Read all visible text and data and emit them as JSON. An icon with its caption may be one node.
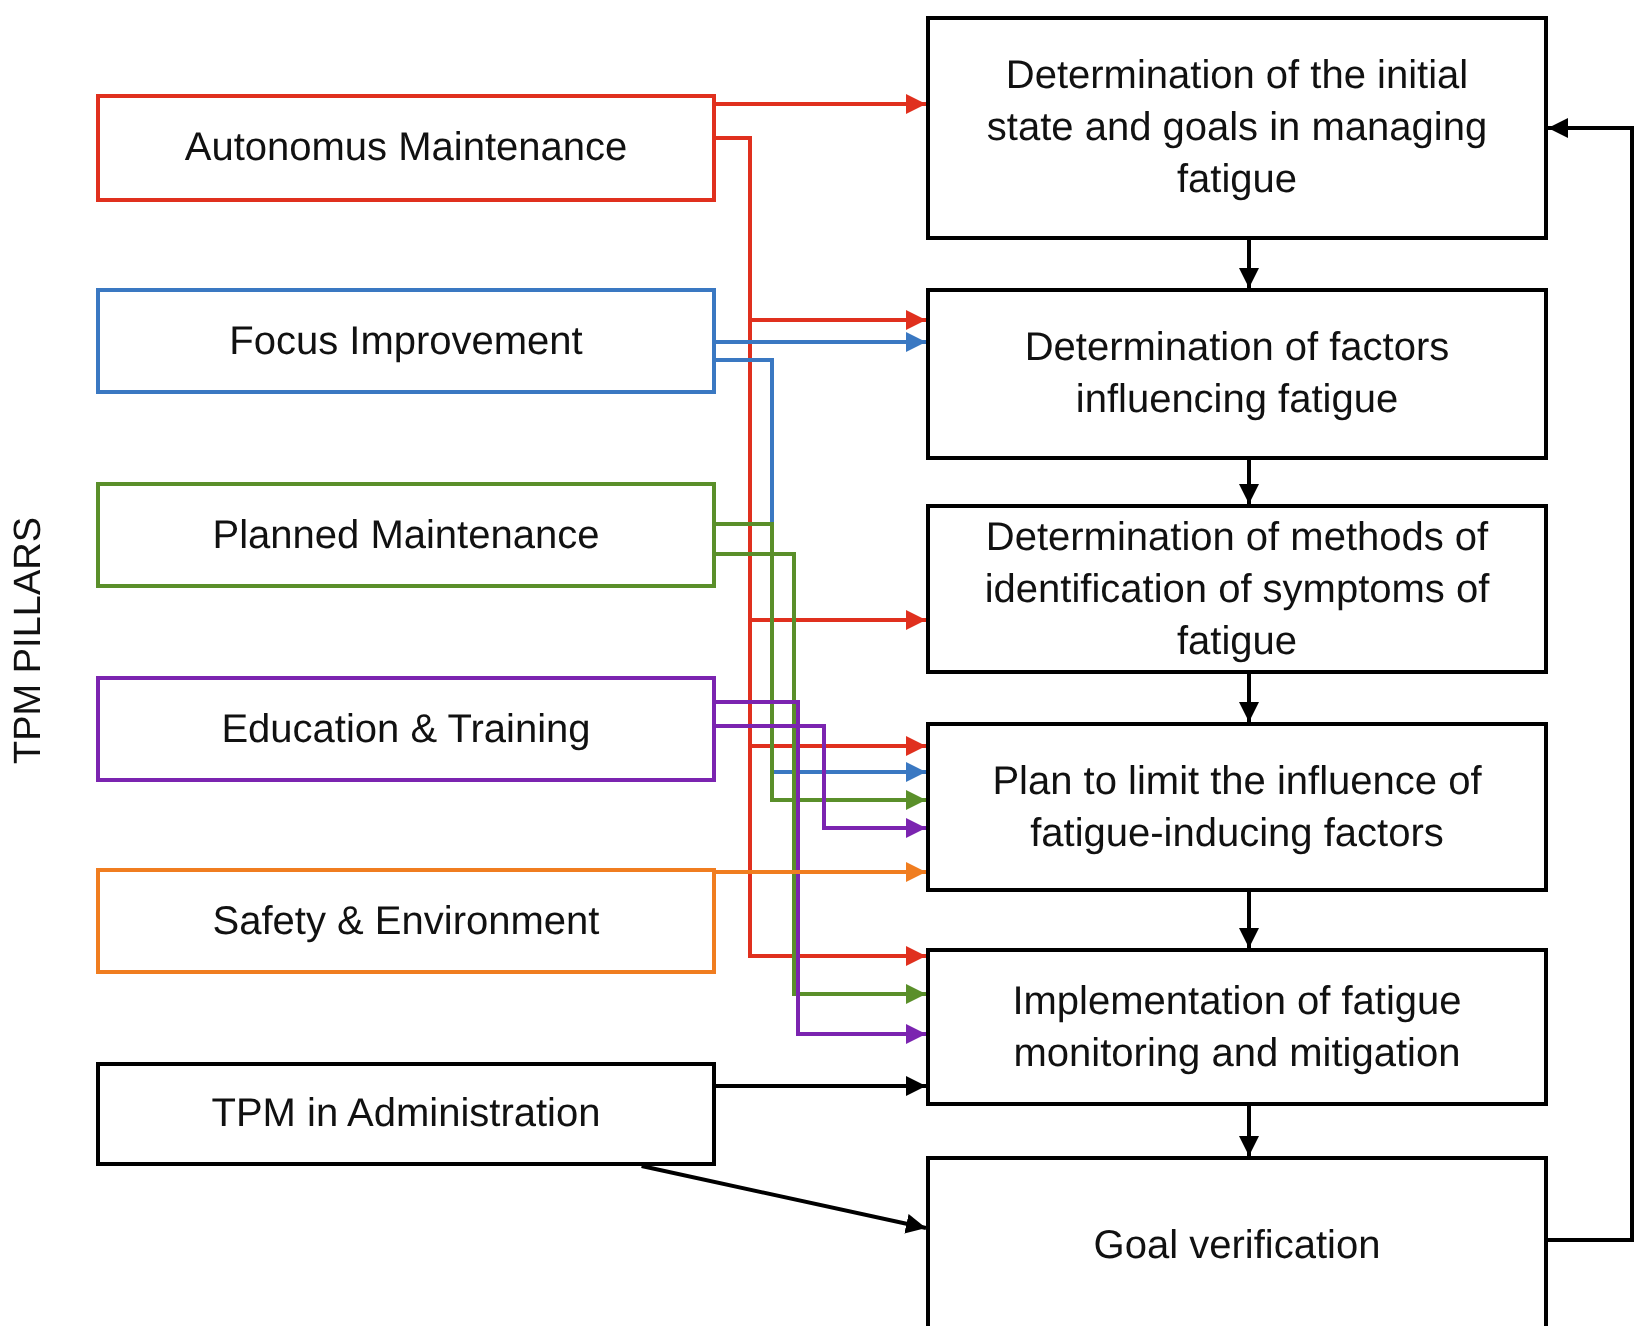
{
  "diagram": {
    "nodes": [
      {
        "text": [
          "Autonomus Maintenance"
        ]
      },
      {
        "text": [
          "Focus Improvement"
        ]
      },
      {
        "text": [
          "Planned Maintenance"
        ]
      },
      {
        "text": [
          "Education & Training"
        ]
      },
      {
        "text": [
          "Safety & Environment"
        ]
      },
      {
        "text": [
          "TPM in Administration"
        ]
      },
      {
        "text": [
          "Determination of the initial state and goals in managing fatigue"
        ]
      },
      {
        "text": [
          "Determination of factors influencing fatigue"
        ]
      },
      {
        "text": [
          "Determination of methods of identification of symptoms of fatigue"
        ]
      },
      {
        "text": [
          "Plan to limit the influence of fatigue-inducing factors"
        ]
      },
      {
        "text": [
          "Implementation of fatigue monitoring and mitigation"
        ]
      },
      {
        "text": [
          "Goal verification"
        ]
      }
    ],
    "edges": [
      {
        "from": 0,
        "to": 6,
        "arrow": "to",
        "color": "#e0301e"
      },
      {
        "from": 0,
        "to": 7,
        "arrow": "to",
        "color": "#e0301e"
      },
      {
        "from": 0,
        "to": 8,
        "arrow": "to",
        "color": "#e0301e"
      },
      {
        "from": 0,
        "to": 9,
        "arrow": "to",
        "color": "#e0301e"
      },
      {
        "from": 0,
        "to": 10,
        "arrow": "to",
        "color": "#e0301e"
      },
      {
        "from": 1,
        "to": 7,
        "arrow": "to",
        "color": "#3a78c2"
      },
      {
        "from": 1,
        "to": 9,
        "arrow": "to",
        "color": "#3a78c2"
      },
      {
        "from": 2,
        "to": 9,
        "arrow": "to",
        "color": "#5a8f2a"
      },
      {
        "from": 2,
        "to": 10,
        "arrow": "to",
        "color": "#5a8f2a"
      },
      {
        "from": 3,
        "to": 9,
        "arrow": "to",
        "color": "#7b24b0"
      },
      {
        "from": 3,
        "to": 10,
        "arrow": "to",
        "color": "#7b24b0"
      },
      {
        "from": 4,
        "to": 9,
        "arrow": "to",
        "color": "#f07d20"
      },
      {
        "from": 5,
        "to": 10,
        "arrow": "to"
      },
      {
        "from": 5,
        "to": 11,
        "arrow": "to"
      },
      {
        "from": 6,
        "to": 7,
        "arrow": "to"
      },
      {
        "from": 7,
        "to": 8,
        "arrow": "to"
      },
      {
        "from": 8,
        "to": 9,
        "arrow": "to"
      },
      {
        "from": 9,
        "to": 10,
        "arrow": "to"
      },
      {
        "from": 10,
        "to": 11,
        "arrow": "to"
      },
      {
        "from": 11,
        "to": 6,
        "arrow": "to"
      }
    ],
    "labels": [
      "TPM PILLARS"
    ]
  }
}
